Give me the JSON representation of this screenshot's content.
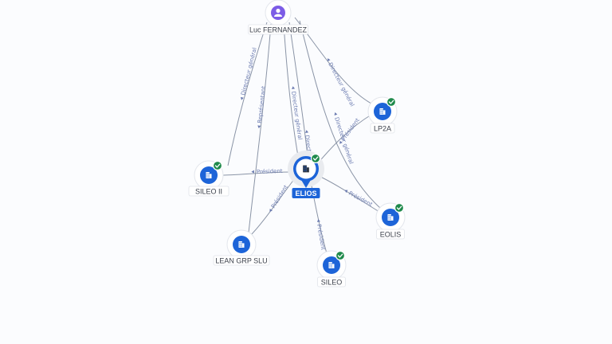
{
  "diagram": {
    "nodes": [
      {
        "id": "luc",
        "label": "Luc FERNANDEZ",
        "type": "person",
        "verified": false
      },
      {
        "id": "elios",
        "label": "ELIOS",
        "type": "company",
        "verified": true,
        "focus": true
      },
      {
        "id": "lp2a",
        "label": "LP2A",
        "type": "company",
        "verified": true
      },
      {
        "id": "sileo2",
        "label": "SILEO II",
        "type": "company",
        "verified": true
      },
      {
        "id": "eolis",
        "label": "EOLIS",
        "type": "company",
        "verified": true
      },
      {
        "id": "lean",
        "label": "LEAN GRP SLU",
        "type": "company",
        "verified": false
      },
      {
        "id": "sileo",
        "label": "SILEO",
        "type": "company",
        "verified": true
      }
    ],
    "edges": [
      {
        "id": "e1",
        "from": "luc",
        "to": "sileo2",
        "label": "Directeur général"
      },
      {
        "id": "e2",
        "from": "luc",
        "to": "lean",
        "label": "Représentant"
      },
      {
        "id": "e3",
        "from": "luc",
        "to": "elios",
        "label": "Directeur général"
      },
      {
        "id": "e4",
        "from": "luc",
        "to": "elios",
        "label": "Directeur général"
      },
      {
        "id": "e5",
        "from": "luc",
        "to": "lp2a",
        "label": "Directeur général"
      },
      {
        "id": "e6",
        "from": "luc",
        "to": "eolis",
        "label": "Directeur général"
      },
      {
        "id": "e7",
        "from": "elios",
        "to": "sileo2",
        "label": "Président"
      },
      {
        "id": "e8",
        "from": "elios",
        "to": "lp2a",
        "label": "Président"
      },
      {
        "id": "e9",
        "from": "elios",
        "to": "eolis",
        "label": "Président"
      },
      {
        "id": "e10",
        "from": "elios",
        "to": "lean",
        "label": "Président"
      },
      {
        "id": "e11",
        "from": "elios",
        "to": "sileo",
        "label": "Président"
      }
    ]
  },
  "icons": {
    "person": "person-icon",
    "company": "building-icon",
    "verified": "check-badge-icon"
  },
  "colors": {
    "company": "#1d64d8",
    "person": "#7c5ce6",
    "verified": "#1f8a4c",
    "edge": "#8a94a6",
    "edge_label": "#6b7bb0"
  }
}
